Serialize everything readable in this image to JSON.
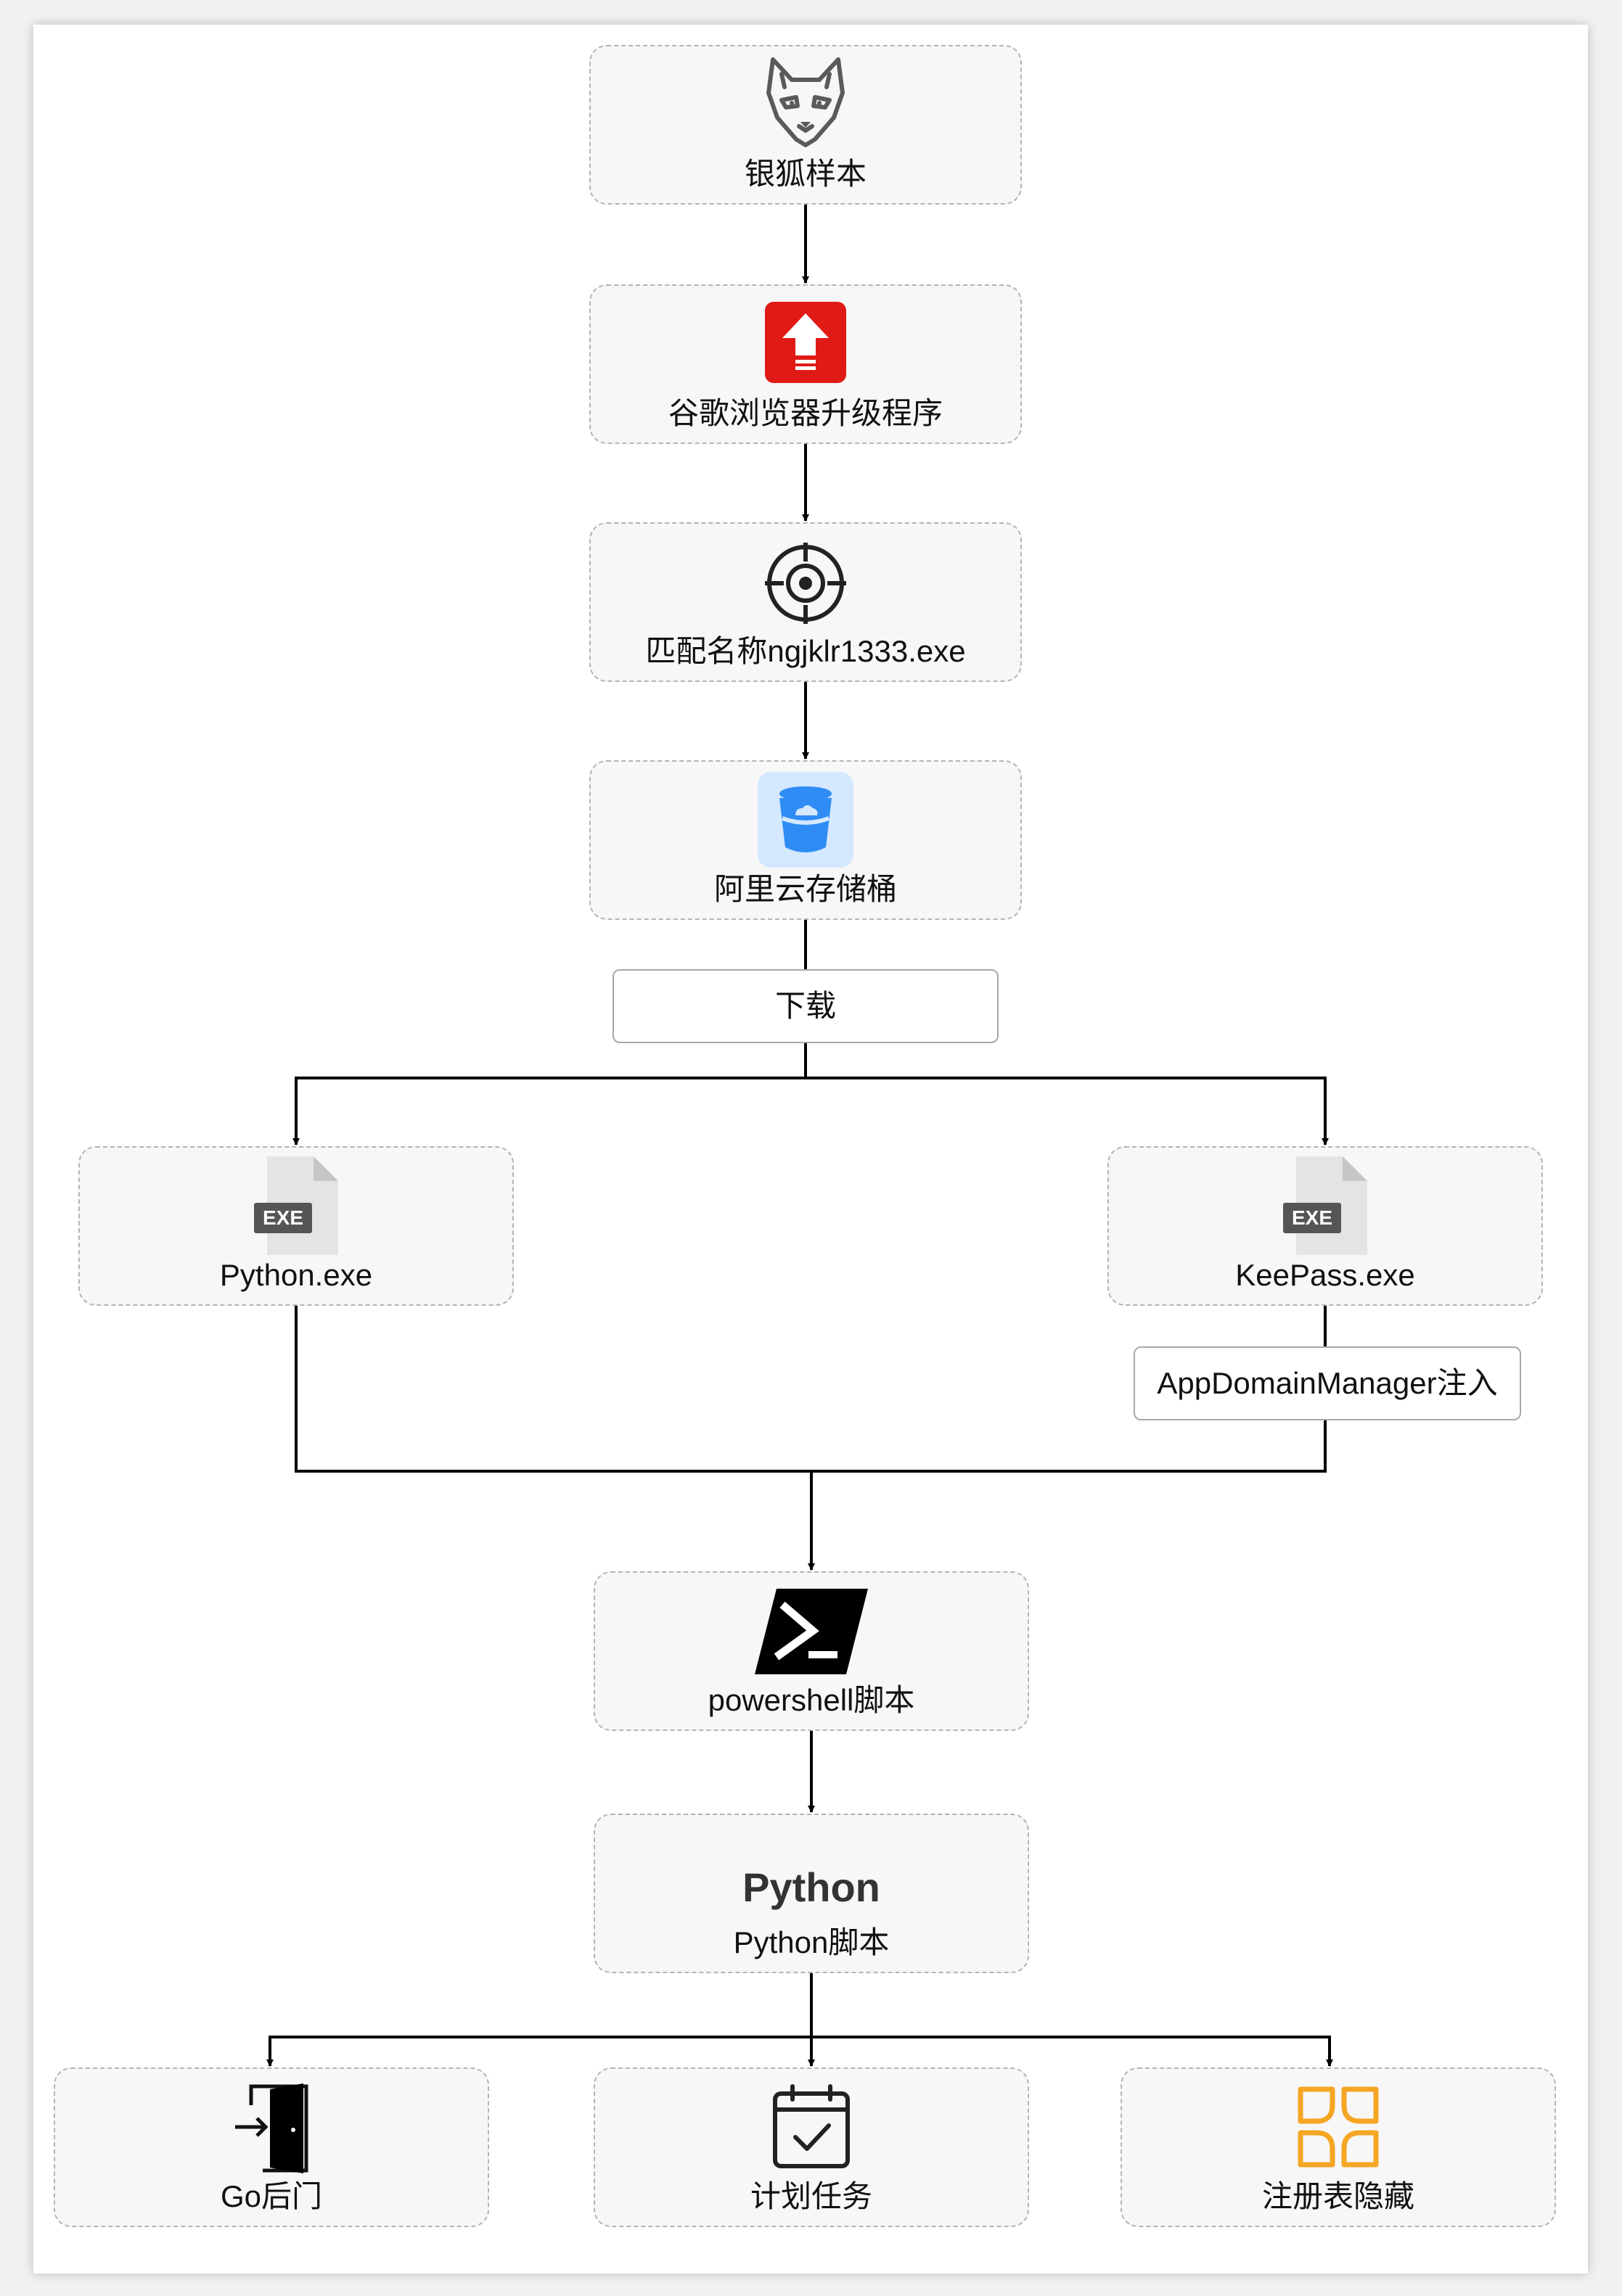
{
  "nodes": {
    "sample": {
      "label": "银狐样本",
      "icon": "fox-icon"
    },
    "chrome_update": {
      "label": "谷歌浏览器升级程序",
      "icon": "upgrade-arrow-icon"
    },
    "match_name": {
      "label": "匹配名称ngjklr1333.exe",
      "icon": "target-icon"
    },
    "aliyun_oss": {
      "label": "阿里云存储桶",
      "icon": "bucket-icon"
    },
    "python_exe": {
      "label": "Python.exe",
      "icon": "exe-file-icon",
      "badge": "EXE"
    },
    "keepass_exe": {
      "label": "KeePass.exe",
      "icon": "exe-file-icon",
      "badge": "EXE"
    },
    "powershell": {
      "label": "powershell脚本",
      "icon": "powershell-icon"
    },
    "python_script": {
      "title": "Python",
      "label": "Python脚本"
    },
    "go_backdoor": {
      "label": "Go后门",
      "icon": "door-exit-icon"
    },
    "scheduled_task": {
      "label": "计划任务",
      "icon": "calendar-check-icon"
    },
    "registry_hide": {
      "label": "注册表隐藏",
      "icon": "registry-icon"
    }
  },
  "edge_labels": {
    "download": "下载",
    "appdomain": "AppDomainManager注入"
  },
  "colors": {
    "upgrade_red": "#e01b16",
    "bucket_blue": "#2f8cf5",
    "registry_orange": "#f5a623",
    "line": "#000000"
  }
}
